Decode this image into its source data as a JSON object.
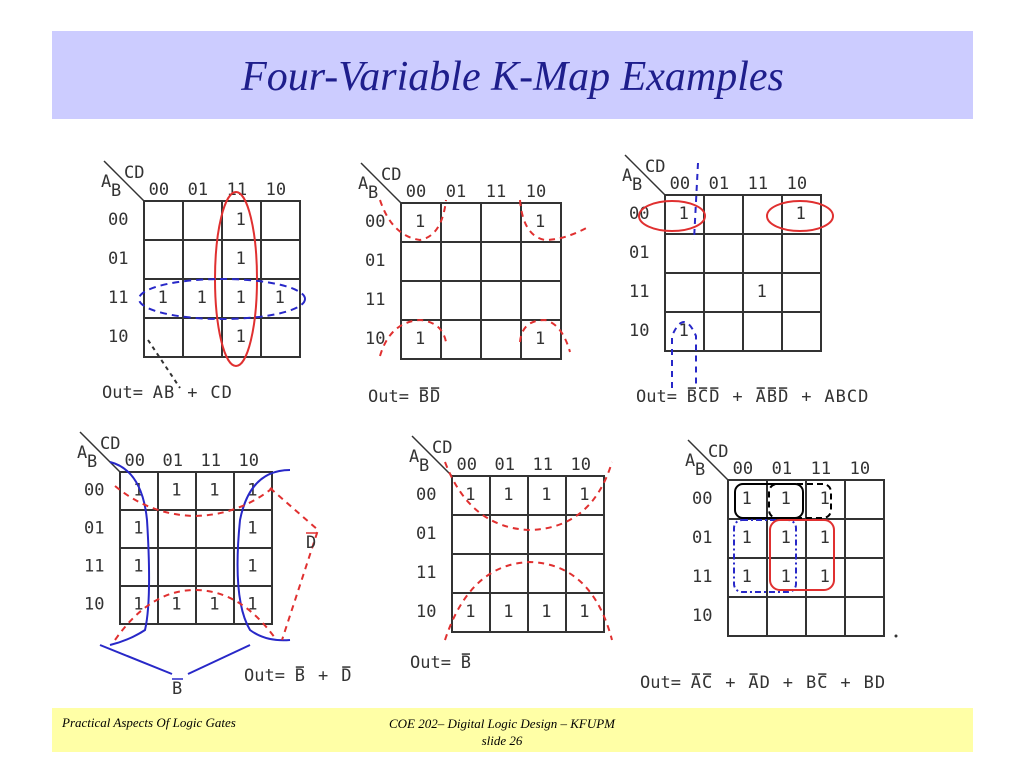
{
  "slide": {
    "title": "Four-Variable K-Map Examples",
    "footer_left": "Practical Aspects Of Logic Gates",
    "footer_center_line1": "COE 202– Digital Logic  Design – KFUPM",
    "footer_center_line2": "slide 26"
  },
  "colors": {
    "title_bar": "#ccccff",
    "title_text": "#1e1e8c",
    "footer_bar": "#ffffa6",
    "loop_red": "#e03030",
    "loop_blue": "#2828c8",
    "loop_black": "#000000"
  },
  "kmap_labels": {
    "ab": "AB",
    "cd": "CD",
    "col_codes": [
      "00",
      "01",
      "11",
      "10"
    ],
    "row_codes": [
      "00",
      "01",
      "11",
      "10"
    ],
    "out_prefix": "Out="
  },
  "kmaps": [
    {
      "id": "map1",
      "ones": [
        [
          0,
          2
        ],
        [
          1,
          2
        ],
        [
          2,
          0
        ],
        [
          2,
          1
        ],
        [
          2,
          2
        ],
        [
          2,
          3
        ],
        [
          3,
          2
        ]
      ],
      "terms": [
        {
          "text": "AB",
          "bar": []
        },
        {
          "text": "+",
          "bar": []
        },
        {
          "text": "CD",
          "bar": []
        }
      ],
      "note": ""
    },
    {
      "id": "map2",
      "ones": [
        [
          0,
          0
        ],
        [
          0,
          3
        ],
        [
          3,
          0
        ],
        [
          3,
          3
        ]
      ],
      "terms": [
        {
          "text": "BD",
          "bar": [
            0,
            1
          ]
        }
      ],
      "note": ""
    },
    {
      "id": "map3",
      "ones": [
        [
          0,
          0
        ],
        [
          0,
          3
        ],
        [
          2,
          2
        ],
        [
          3,
          0
        ]
      ],
      "terms": [
        {
          "text": "BCD",
          "bar": [
            0,
            1,
            2
          ]
        },
        {
          "text": "+",
          "bar": []
        },
        {
          "text": "ABD",
          "bar": [
            0,
            1,
            2
          ]
        },
        {
          "text": "+",
          "bar": []
        },
        {
          "text": "ABCD",
          "bar": []
        }
      ],
      "note": ""
    },
    {
      "id": "map4",
      "ones": [
        [
          0,
          0
        ],
        [
          0,
          1
        ],
        [
          0,
          2
        ],
        [
          0,
          3
        ],
        [
          1,
          0
        ],
        [
          1,
          3
        ],
        [
          2,
          0
        ],
        [
          2,
          3
        ],
        [
          3,
          0
        ],
        [
          3,
          1
        ],
        [
          3,
          2
        ],
        [
          3,
          3
        ]
      ],
      "terms": [
        {
          "text": "B",
          "bar": [
            0
          ]
        },
        {
          "text": "+",
          "bar": []
        },
        {
          "text": "D",
          "bar": [
            0
          ]
        }
      ],
      "note": "D"
    },
    {
      "id": "map5",
      "ones": [
        [
          0,
          0
        ],
        [
          0,
          1
        ],
        [
          0,
          2
        ],
        [
          0,
          3
        ],
        [
          3,
          0
        ],
        [
          3,
          1
        ],
        [
          3,
          2
        ],
        [
          3,
          3
        ]
      ],
      "terms": [
        {
          "text": "B",
          "bar": [
            0
          ]
        }
      ],
      "note": ""
    },
    {
      "id": "map6",
      "ones": [
        [
          0,
          0
        ],
        [
          0,
          1
        ],
        [
          0,
          2
        ],
        [
          1,
          0
        ],
        [
          1,
          1
        ],
        [
          1,
          2
        ],
        [
          2,
          0
        ],
        [
          2,
          1
        ],
        [
          2,
          2
        ]
      ],
      "terms": [
        {
          "text": "AC",
          "bar": [
            0,
            1
          ]
        },
        {
          "text": "+",
          "bar": []
        },
        {
          "text": "AD",
          "bar": [
            0
          ]
        },
        {
          "text": "+",
          "bar": []
        },
        {
          "text": "BC",
          "bar": [
            1
          ]
        },
        {
          "text": "+",
          "bar": []
        },
        {
          "text": "BD",
          "bar": []
        }
      ],
      "note": ""
    }
  ],
  "map4_b_label": "B"
}
